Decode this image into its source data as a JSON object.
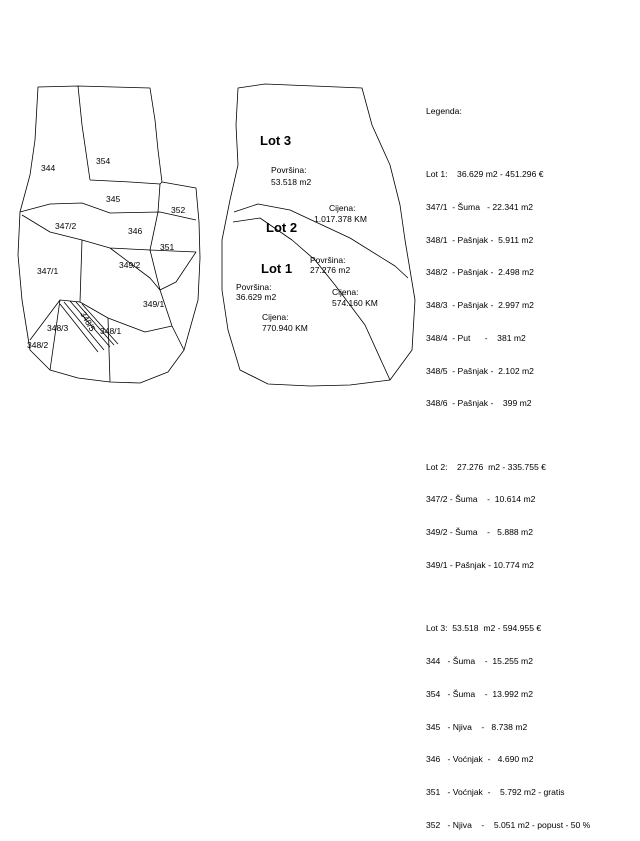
{
  "map_left": {
    "parcels": [
      "344",
      "354",
      "345",
      "352",
      "347/2",
      "346",
      "351",
      "349/2",
      "347/1",
      "349/1",
      "348/3",
      "348/5",
      "348/1",
      "348/2"
    ]
  },
  "map_right": {
    "lots": [
      {
        "title": "Lot 3",
        "area_label": "Površina:",
        "area_value": "53.518  m2",
        "price_label": "Cijena:",
        "price_value": "1.017.378 KM"
      },
      {
        "title": "Lot 2",
        "area_label": "Površina:",
        "area_value": "27.276  m2",
        "price_label": "Cijena:",
        "price_value": "574.160 KM"
      },
      {
        "title": "Lot 1",
        "area_label": "Površina:",
        "area_value": "36.629 m2",
        "price_label": "Cijena:",
        "price_value": "770.940 KM"
      }
    ]
  },
  "legend": {
    "title": "Legenda:",
    "groups": [
      {
        "header": "Lot 1:    36.629 m2 - 451.296 €",
        "items": [
          "347/1  - Šuma   - 22.341 m2",
          "348/1  - Pašnjak -  5.911 m2",
          "348/2  - Pašnjak -  2.498 m2",
          "348/3  - Pašnjak -  2.997 m2",
          "348/4  - Put      -    381 m2",
          "348/5  - Pašnjak -  2.102 m2",
          "348/6  - Pašnjak -    399 m2"
        ]
      },
      {
        "header": "Lot 2:    27.276  m2 - 335.755 €",
        "items": [
          "347/2 - Šuma    -  10.614 m2",
          "349/2 - Šuma    -   5.888 m2",
          "349/1 - Pašnjak - 10.774 m2"
        ]
      },
      {
        "header": "Lot 3:  53.518  m2 - 594.955 €",
        "items": [
          "344   - Šuma    -  15.255 m2",
          "354   - Šuma    -  13.992 m2",
          "345   - Njiva    -   8.738 m2",
          "346   - Voćnjak  -   4.690 m2",
          "351   - Voćnjak  -    5.792 m2 - gratis",
          "352   - Njiva    -    5.051 m2 - popust - 50 %"
        ]
      }
    ]
  }
}
